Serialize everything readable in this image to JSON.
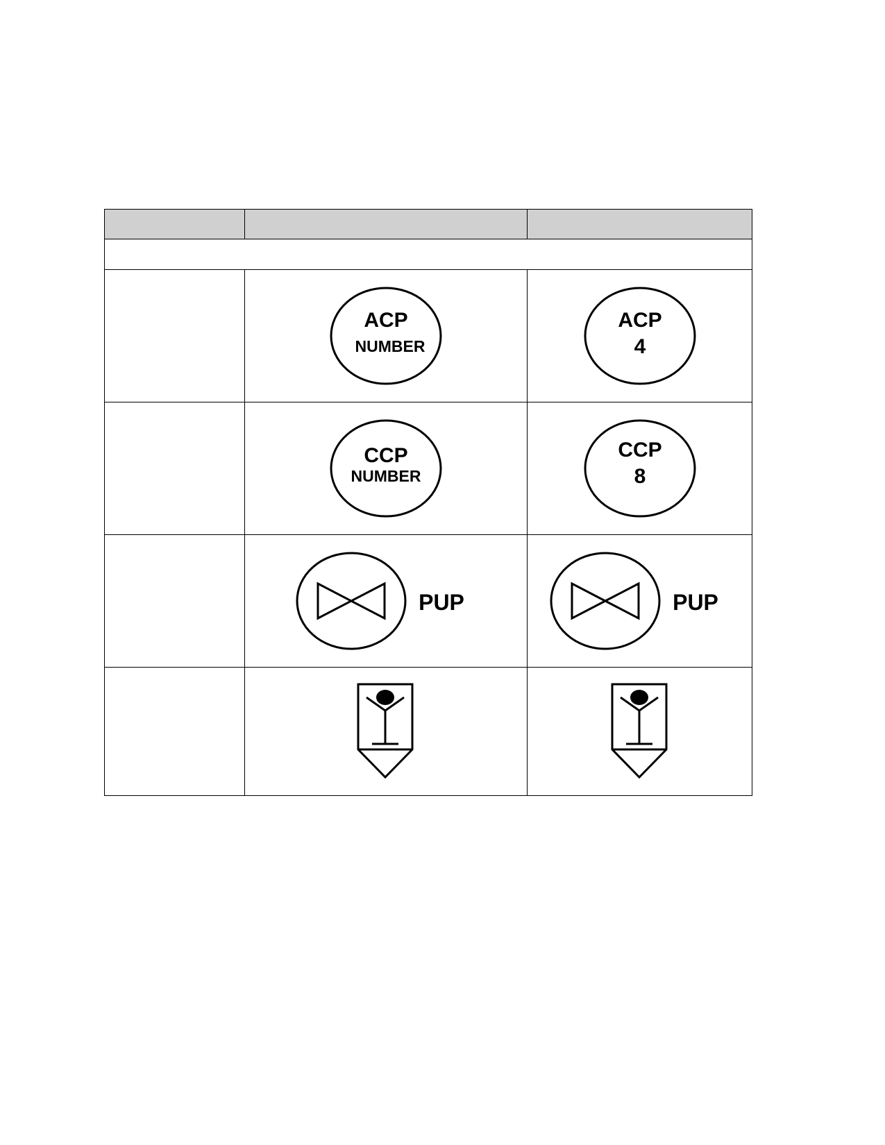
{
  "symbols": {
    "acp": {
      "line1": "ACP",
      "line2": "NUMBER"
    },
    "ccp": {
      "line1": "CCP",
      "line2": "NUMBER"
    },
    "pup": {
      "label": "PUP"
    }
  },
  "examples": {
    "acp": {
      "line1": "ACP",
      "line2": "4"
    },
    "ccp": {
      "line1": "CCP",
      "line2": "8"
    },
    "pup": {
      "label": "PUP"
    }
  },
  "icons": {
    "acp": "oval-acp-symbol",
    "ccp": "oval-ccp-symbol",
    "pup": "bowtie-valve-oval-icon",
    "person": "person-in-pointed-marker-icon"
  },
  "colors": {
    "header_fill": "#d0d0d0",
    "lines": "#000000"
  }
}
